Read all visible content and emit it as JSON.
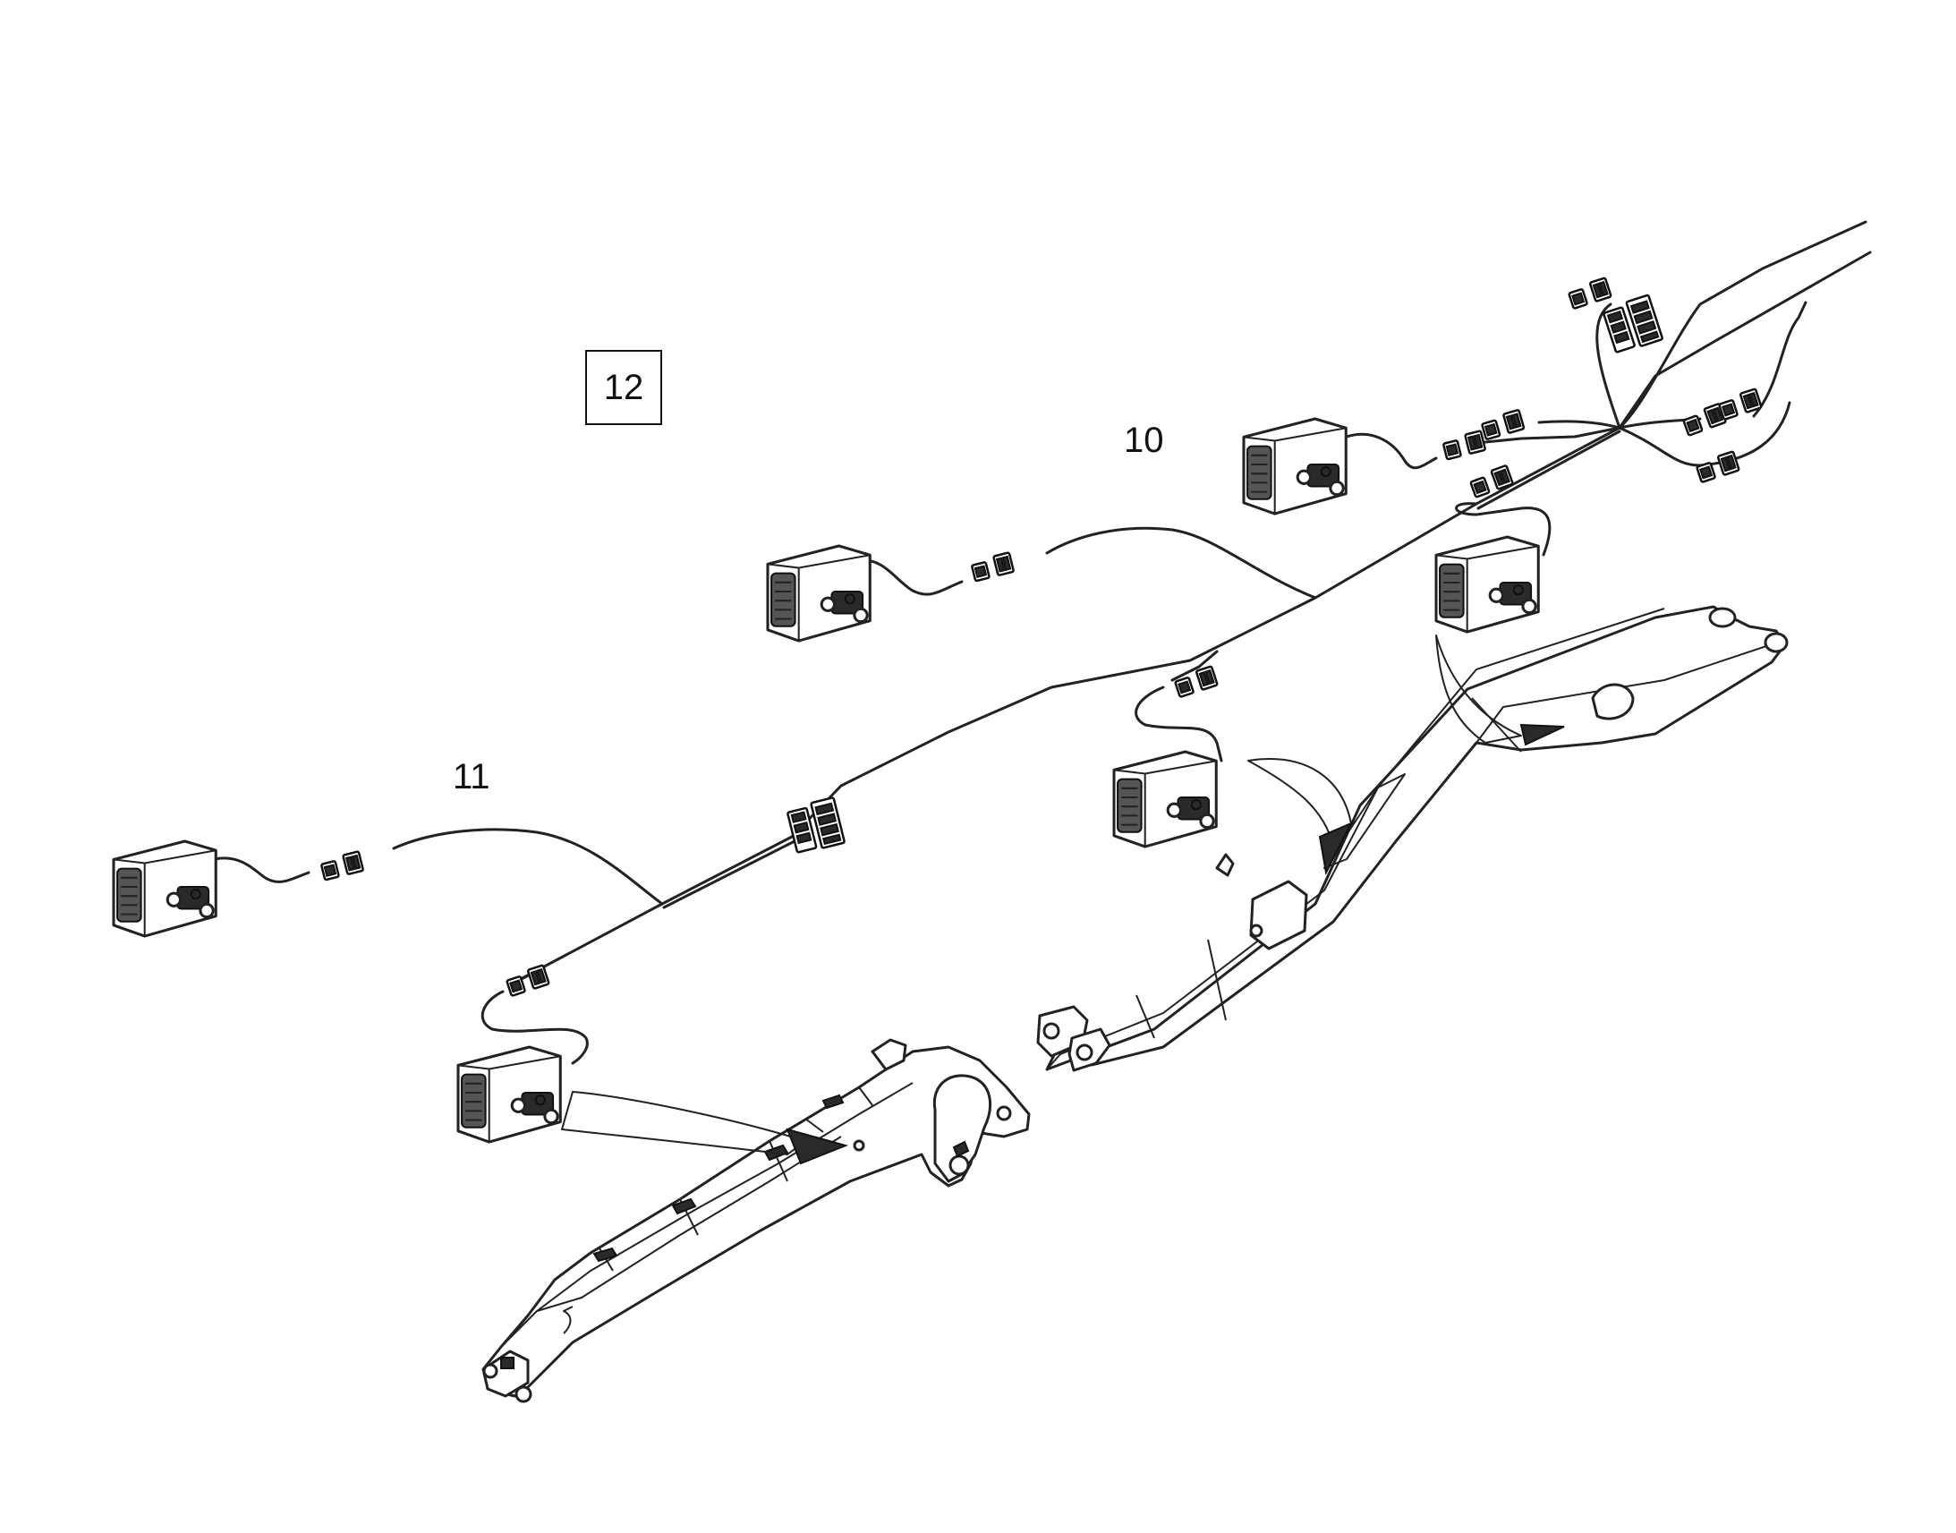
{
  "diagram": {
    "callouts": [
      {
        "id": "12",
        "label": "12",
        "boxed": true
      },
      {
        "id": "10",
        "label": "10",
        "boxed": false
      },
      {
        "id": "11",
        "label": "11",
        "boxed": false
      }
    ],
    "colors": {
      "line": "#222222",
      "background": "#ffffff"
    }
  }
}
